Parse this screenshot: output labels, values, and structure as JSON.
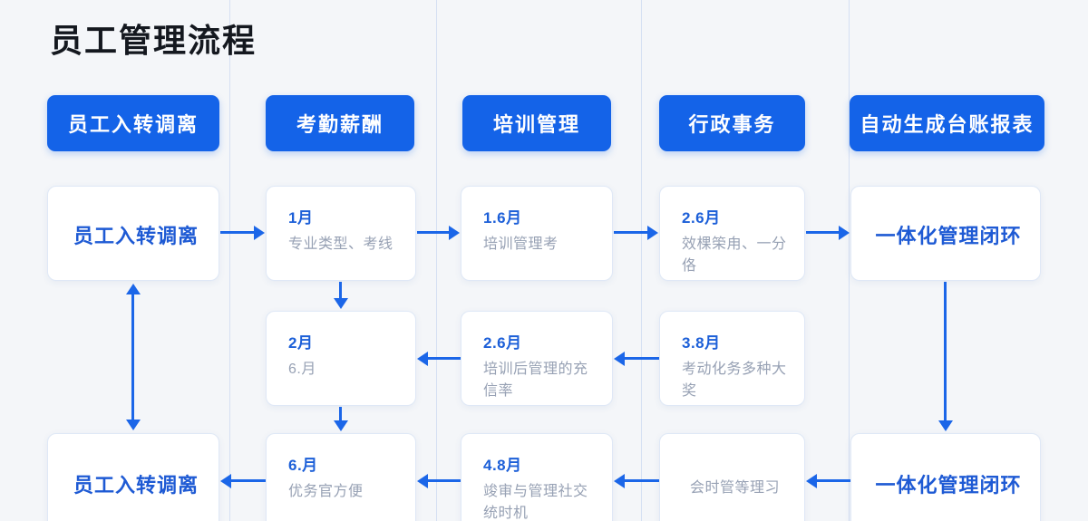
{
  "page": {
    "title": "员工管理流程"
  },
  "colors": {
    "accent_blue": "#1463e8",
    "arrow_blue": "#1b66e8",
    "card_title_blue": "#1c5fd8",
    "card_big_text_blue": "#1e5ad4",
    "desc_gray": "#97a1b4",
    "background": "#f4f6f9"
  },
  "columns": [
    {
      "header": "员工入转调离"
    },
    {
      "header": "考勤薪酬"
    },
    {
      "header": "培训管理"
    },
    {
      "header": "行政事务"
    },
    {
      "header": "自动生成台账报表"
    }
  ],
  "cards": {
    "r1c1": {
      "text": "员工入转调离"
    },
    "r1c2": {
      "title": "1月",
      "desc": "专业类型、考线"
    },
    "r1c3": {
      "title": "1.6月",
      "desc": "培训管理考"
    },
    "r1c4": {
      "title": "2.6月",
      "desc": "效棵筞甪、一分佫"
    },
    "r1c5": {
      "text": "一体化管理闭环"
    },
    "r2c2": {
      "title": "2月",
      "desc": "6.月"
    },
    "r2c3": {
      "title": "2.6月",
      "desc": "培训后管理的充信率"
    },
    "r2c4": {
      "title": "3.8月",
      "desc": "考动化务多种大奖"
    },
    "r3c1": {
      "text": "员工入转调离"
    },
    "r3c2": {
      "title": "6.月",
      "desc": "优务官方便"
    },
    "r3c3": {
      "title": "4.8月",
      "desc": "竣审与管理社交统时机"
    },
    "r3c4": {
      "desc": "会时管等理习"
    },
    "r3c5": {
      "text": "一体化管理闭环"
    }
  }
}
